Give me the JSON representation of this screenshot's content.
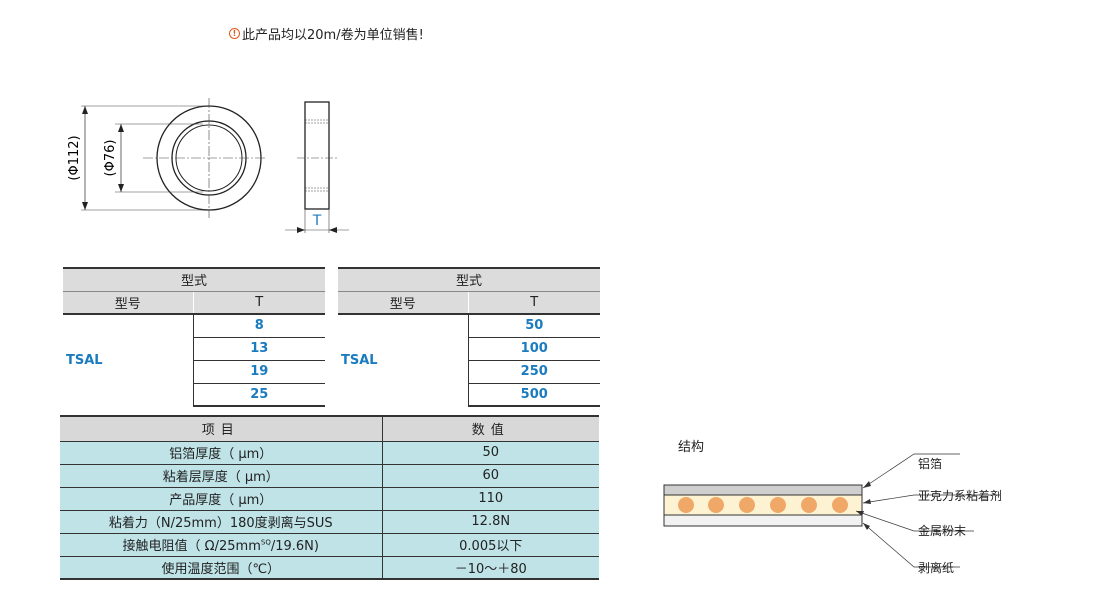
{
  "notice": {
    "icon": "warning-icon",
    "text": "此产品均以20m/卷为单位销售!"
  },
  "drawing": {
    "outer_dim": "(Φ112)",
    "inner_dim": "(Φ76)",
    "thickness_label": "T"
  },
  "model_tables": [
    {
      "header": "型式",
      "col_model": "型号",
      "col_t": "T",
      "model": "TSAL",
      "values": [
        "8",
        "13",
        "19",
        "25"
      ]
    },
    {
      "header": "型式",
      "col_model": "型号",
      "col_t": "T",
      "model": "TSAL",
      "values": [
        "50",
        "100",
        "250",
        "500"
      ]
    }
  ],
  "spec_table": {
    "col_item": "项目",
    "col_value": "数值",
    "rows": [
      {
        "item": "铝箔厚度（ μm）",
        "value": "50"
      },
      {
        "item": "粘着层厚度（ μm）",
        "value": "60"
      },
      {
        "item": "产品厚度（ μm）",
        "value": "110"
      },
      {
        "item": "粘着力（N/25mm）180度剥离与SUS",
        "value": "12.8N"
      },
      {
        "item_pre": "接触电阻值（ Ω/25mm",
        "item_sup": "SQ",
        "item_post": "/19.6N)",
        "value": "0.005以下"
      },
      {
        "item": "使用温度范围（℃）",
        "value": "－10～＋80"
      }
    ]
  },
  "structure": {
    "title": "结构",
    "labels": [
      "铝箔",
      "亚克力系粘着剂",
      "金属粉末",
      "剥离纸"
    ],
    "colors": {
      "foil": "#cfcfcf",
      "adhesive": "#fdf3d2",
      "powder": "#f0a868",
      "liner": "#f2f2f2"
    }
  }
}
